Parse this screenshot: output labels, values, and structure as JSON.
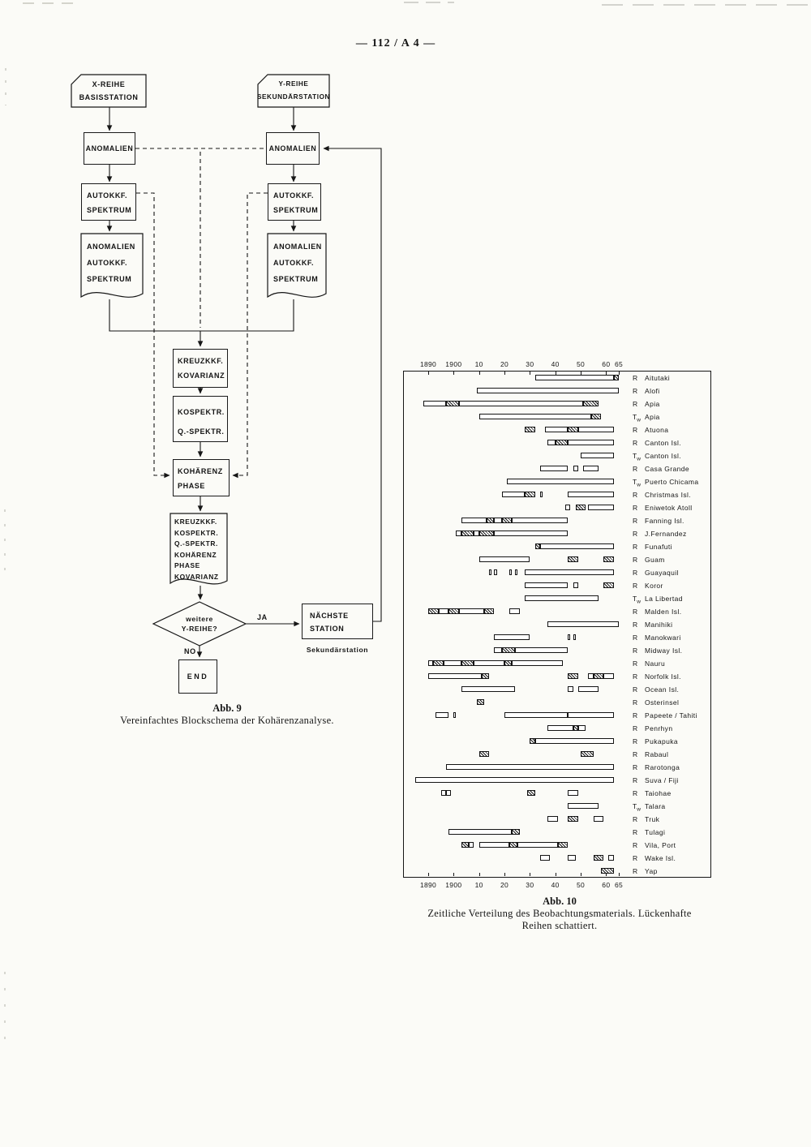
{
  "page": {
    "header": "— 112 / A 4 —"
  },
  "figure9": {
    "caption_title": "Abb. 9",
    "caption_text": "Vereinfachtes Blockschema der Kohärenzanalyse.",
    "edge_labels": {
      "yes": "JA",
      "no": "NO"
    },
    "nodes": {
      "x_series": "X-REIHE\nBASISSTATION",
      "y_series": "Y-REIHE\nSEKUNDÄRSTATION",
      "anomalies_left": "ANOMALIEN",
      "anomalies_right": "ANOMALIEN",
      "autocorr_left": "AUTOKKF.\nSPEKTRUM",
      "autocorr_right": "AUTOKKF.\nSPEKTRUM",
      "output_left": "ANOMALIEN\nAUTOKKF.\nSPEKTRUM",
      "output_right": "ANOMALIEN\nAUTOKKF.\nSPEKTRUM",
      "crosscorr": "KREUZKKF.\nKOVARIANZ",
      "cospectrum": "KOSPEKTR.\nQ.-SPEKTR.",
      "coherence": "KOHÄRENZ\nPHASE",
      "result_output": "KREUZKKF.\nKOSPEKTR.\nQ.-SPEKTR.\nKOHÄRENZ\nPHASE\nKOVARIANZ",
      "decision": "weitere\nY-REIHE?",
      "next_station": "NÄCHSTE\nSTATION",
      "next_station_note": "Sekundärstation",
      "end": "END"
    }
  },
  "chart_data": {
    "type": "bar",
    "variant": "gantt-timeline",
    "title": "Abb. 10",
    "caption": "Zeitliche Verteilung des Beobachtungsmaterials. Lückenhafte\nReihen schattiert.",
    "x_axis": {
      "tick_years": [
        1890,
        1900,
        1910,
        1920,
        1930,
        1940,
        1950,
        1960,
        1965
      ],
      "tick_labels": [
        "1890",
        "1900",
        "10",
        "20",
        "30",
        "40",
        "50",
        "60",
        "65"
      ],
      "range": [
        1880,
        1968
      ],
      "unit": "year"
    },
    "rows": [
      {
        "prefix": "R",
        "name": "Aitutaki",
        "segments": [
          {
            "start": 1932,
            "end": 1963,
            "fill": "open"
          },
          {
            "start": 1963,
            "end": 1965,
            "fill": "hatch"
          }
        ]
      },
      {
        "prefix": "R",
        "name": "Alofi",
        "segments": [
          {
            "start": 1909,
            "end": 1965,
            "fill": "open"
          }
        ]
      },
      {
        "prefix": "R",
        "name": "Apia",
        "segments": [
          {
            "start": 1888,
            "end": 1897,
            "fill": "open"
          },
          {
            "start": 1897,
            "end": 1902,
            "fill": "hatch"
          },
          {
            "start": 1902,
            "end": 1951,
            "fill": "open"
          },
          {
            "start": 1951,
            "end": 1957,
            "fill": "hatch"
          }
        ]
      },
      {
        "prefix": "Tw",
        "name": "Apia",
        "segments": [
          {
            "start": 1910,
            "end": 1954,
            "fill": "open"
          },
          {
            "start": 1954,
            "end": 1958,
            "fill": "hatch"
          }
        ]
      },
      {
        "prefix": "R",
        "name": "Atuona",
        "segments": [
          {
            "start": 1928,
            "end": 1932,
            "fill": "hatch"
          },
          {
            "start": 1936,
            "end": 1945,
            "fill": "open"
          },
          {
            "start": 1945,
            "end": 1949,
            "fill": "hatch"
          },
          {
            "start": 1949,
            "end": 1963,
            "fill": "open"
          }
        ]
      },
      {
        "prefix": "R",
        "name": "Canton Isl.",
        "segments": [
          {
            "start": 1937,
            "end": 1940,
            "fill": "open"
          },
          {
            "start": 1940,
            "end": 1945,
            "fill": "hatch"
          },
          {
            "start": 1945,
            "end": 1963,
            "fill": "open"
          }
        ]
      },
      {
        "prefix": "Tw",
        "name": "Canton Isl.",
        "segments": [
          {
            "start": 1950,
            "end": 1963,
            "fill": "open"
          }
        ]
      },
      {
        "prefix": "R",
        "name": "Casa Grande",
        "segments": [
          {
            "start": 1934,
            "end": 1945,
            "fill": "open"
          },
          {
            "start": 1947,
            "end": 1949,
            "fill": "open"
          },
          {
            "start": 1951,
            "end": 1957,
            "fill": "open"
          }
        ]
      },
      {
        "prefix": "Tw",
        "name": "Puerto Chicama",
        "segments": [
          {
            "start": 1921,
            "end": 1963,
            "fill": "open"
          }
        ]
      },
      {
        "prefix": "R",
        "name": "Christmas Isl.",
        "segments": [
          {
            "start": 1919,
            "end": 1928,
            "fill": "open"
          },
          {
            "start": 1928,
            "end": 1932,
            "fill": "hatch"
          },
          {
            "start": 1934,
            "end": 1935,
            "fill": "open"
          },
          {
            "start": 1945,
            "end": 1963,
            "fill": "open"
          }
        ]
      },
      {
        "prefix": "R",
        "name": "Eniwetok Atoll",
        "segments": [
          {
            "start": 1944,
            "end": 1946,
            "fill": "open"
          },
          {
            "start": 1948,
            "end": 1952,
            "fill": "hatch"
          },
          {
            "start": 1953,
            "end": 1963,
            "fill": "open"
          }
        ]
      },
      {
        "prefix": "R",
        "name": "Fanning Isl.",
        "segments": [
          {
            "start": 1903,
            "end": 1913,
            "fill": "open"
          },
          {
            "start": 1913,
            "end": 1916,
            "fill": "hatch"
          },
          {
            "start": 1916,
            "end": 1919,
            "fill": "open"
          },
          {
            "start": 1919,
            "end": 1923,
            "fill": "hatch"
          },
          {
            "start": 1923,
            "end": 1945,
            "fill": "open"
          }
        ]
      },
      {
        "prefix": "R",
        "name": "J.Fernandez",
        "segments": [
          {
            "start": 1901,
            "end": 1903,
            "fill": "open"
          },
          {
            "start": 1903,
            "end": 1908,
            "fill": "hatch"
          },
          {
            "start": 1908,
            "end": 1910,
            "fill": "open"
          },
          {
            "start": 1910,
            "end": 1916,
            "fill": "hatch"
          },
          {
            "start": 1916,
            "end": 1945,
            "fill": "open"
          }
        ]
      },
      {
        "prefix": "R",
        "name": "Funafuti",
        "segments": [
          {
            "start": 1932,
            "end": 1934,
            "fill": "hatch"
          },
          {
            "start": 1934,
            "end": 1963,
            "fill": "open"
          }
        ]
      },
      {
        "prefix": "R",
        "name": "Guam",
        "segments": [
          {
            "start": 1910,
            "end": 1930,
            "fill": "open"
          },
          {
            "start": 1945,
            "end": 1949,
            "fill": "hatch"
          },
          {
            "start": 1959,
            "end": 1963,
            "fill": "hatch"
          }
        ]
      },
      {
        "prefix": "R",
        "name": "Guayaquil",
        "segments": [
          {
            "start": 1914,
            "end": 1915,
            "fill": "open"
          },
          {
            "start": 1916,
            "end": 1917,
            "fill": "open"
          },
          {
            "start": 1922,
            "end": 1923,
            "fill": "open"
          },
          {
            "start": 1924,
            "end": 1925,
            "fill": "open"
          },
          {
            "start": 1928,
            "end": 1963,
            "fill": "open"
          }
        ]
      },
      {
        "prefix": "R",
        "name": "Koror",
        "segments": [
          {
            "start": 1928,
            "end": 1945,
            "fill": "open"
          },
          {
            "start": 1947,
            "end": 1949,
            "fill": "open"
          },
          {
            "start": 1959,
            "end": 1963,
            "fill": "hatch"
          }
        ]
      },
      {
        "prefix": "Tw",
        "name": "La Libertad",
        "segments": [
          {
            "start": 1928,
            "end": 1957,
            "fill": "open"
          }
        ]
      },
      {
        "prefix": "R",
        "name": "Malden Isl.",
        "segments": [
          {
            "start": 1890,
            "end": 1894,
            "fill": "hatch"
          },
          {
            "start": 1894,
            "end": 1898,
            "fill": "open"
          },
          {
            "start": 1898,
            "end": 1902,
            "fill": "hatch"
          },
          {
            "start": 1902,
            "end": 1912,
            "fill": "open"
          },
          {
            "start": 1912,
            "end": 1916,
            "fill": "hatch"
          },
          {
            "start": 1922,
            "end": 1926,
            "fill": "open"
          }
        ]
      },
      {
        "prefix": "R",
        "name": "Manihiki",
        "segments": [
          {
            "start": 1937,
            "end": 1965,
            "fill": "open"
          }
        ]
      },
      {
        "prefix": "R",
        "name": "Manokwari",
        "segments": [
          {
            "start": 1916,
            "end": 1930,
            "fill": "open"
          },
          {
            "start": 1945,
            "end": 1946,
            "fill": "open"
          },
          {
            "start": 1947,
            "end": 1948,
            "fill": "open"
          }
        ]
      },
      {
        "prefix": "R",
        "name": "Midway Isl.",
        "segments": [
          {
            "start": 1916,
            "end": 1919,
            "fill": "open"
          },
          {
            "start": 1919,
            "end": 1924,
            "fill": "hatch"
          },
          {
            "start": 1924,
            "end": 1945,
            "fill": "open"
          }
        ]
      },
      {
        "prefix": "R",
        "name": "Nauru",
        "segments": [
          {
            "start": 1890,
            "end": 1892,
            "fill": "open"
          },
          {
            "start": 1892,
            "end": 1896,
            "fill": "hatch"
          },
          {
            "start": 1896,
            "end": 1903,
            "fill": "open"
          },
          {
            "start": 1903,
            "end": 1908,
            "fill": "hatch"
          },
          {
            "start": 1908,
            "end": 1920,
            "fill": "open"
          },
          {
            "start": 1920,
            "end": 1923,
            "fill": "hatch"
          },
          {
            "start": 1923,
            "end": 1943,
            "fill": "open"
          }
        ]
      },
      {
        "prefix": "R",
        "name": "Norfolk Isl.",
        "segments": [
          {
            "start": 1890,
            "end": 1911,
            "fill": "open"
          },
          {
            "start": 1911,
            "end": 1914,
            "fill": "hatch"
          },
          {
            "start": 1945,
            "end": 1949,
            "fill": "hatch"
          },
          {
            "start": 1953,
            "end": 1955,
            "fill": "open"
          },
          {
            "start": 1955,
            "end": 1959,
            "fill": "hatch"
          },
          {
            "start": 1959,
            "end": 1963,
            "fill": "open"
          }
        ]
      },
      {
        "prefix": "R",
        "name": "Ocean Isl.",
        "segments": [
          {
            "start": 1903,
            "end": 1924,
            "fill": "open"
          },
          {
            "start": 1945,
            "end": 1947,
            "fill": "open"
          },
          {
            "start": 1949,
            "end": 1957,
            "fill": "open"
          }
        ]
      },
      {
        "prefix": "R",
        "name": "Osterinsel",
        "segments": [
          {
            "start": 1909,
            "end": 1912,
            "fill": "hatch"
          }
        ]
      },
      {
        "prefix": "R",
        "name": "Papeete / Tahiti",
        "segments": [
          {
            "start": 1893,
            "end": 1898,
            "fill": "open"
          },
          {
            "start": 1900,
            "end": 1901,
            "fill": "open"
          },
          {
            "start": 1920,
            "end": 1945,
            "fill": "open"
          },
          {
            "start": 1945,
            "end": 1963,
            "fill": "open"
          }
        ]
      },
      {
        "prefix": "R",
        "name": "Penrhyn",
        "segments": [
          {
            "start": 1937,
            "end": 1947,
            "fill": "open"
          },
          {
            "start": 1947,
            "end": 1949,
            "fill": "hatch"
          },
          {
            "start": 1949,
            "end": 1952,
            "fill": "open"
          }
        ]
      },
      {
        "prefix": "R",
        "name": "Pukapuka",
        "segments": [
          {
            "start": 1930,
            "end": 1932,
            "fill": "hatch"
          },
          {
            "start": 1932,
            "end": 1963,
            "fill": "open"
          }
        ]
      },
      {
        "prefix": "R",
        "name": "Rabaul",
        "segments": [
          {
            "start": 1910,
            "end": 1914,
            "fill": "hatch"
          },
          {
            "start": 1950,
            "end": 1955,
            "fill": "hatch"
          }
        ]
      },
      {
        "prefix": "R",
        "name": "Rarotonga",
        "segments": [
          {
            "start": 1897,
            "end": 1963,
            "fill": "open"
          }
        ]
      },
      {
        "prefix": "R",
        "name": "Suva / Fiji",
        "segments": [
          {
            "start": 1885,
            "end": 1963,
            "fill": "open"
          }
        ]
      },
      {
        "prefix": "R",
        "name": "Taiohae",
        "segments": [
          {
            "start": 1895,
            "end": 1897,
            "fill": "open"
          },
          {
            "start": 1897,
            "end": 1899,
            "fill": "open"
          },
          {
            "start": 1929,
            "end": 1932,
            "fill": "hatch"
          },
          {
            "start": 1945,
            "end": 1949,
            "fill": "open"
          }
        ]
      },
      {
        "prefix": "Tw",
        "name": "Talara",
        "segments": [
          {
            "start": 1945,
            "end": 1957,
            "fill": "open"
          }
        ]
      },
      {
        "prefix": "R",
        "name": "Truk",
        "segments": [
          {
            "start": 1937,
            "end": 1941,
            "fill": "open"
          },
          {
            "start": 1945,
            "end": 1949,
            "fill": "hatch"
          },
          {
            "start": 1955,
            "end": 1959,
            "fill": "open"
          }
        ]
      },
      {
        "prefix": "R",
        "name": "Tulagi",
        "segments": [
          {
            "start": 1898,
            "end": 1923,
            "fill": "open"
          },
          {
            "start": 1923,
            "end": 1926,
            "fill": "hatch"
          }
        ]
      },
      {
        "prefix": "R",
        "name": "Vila, Port",
        "segments": [
          {
            "start": 1903,
            "end": 1906,
            "fill": "hatch"
          },
          {
            "start": 1906,
            "end": 1908,
            "fill": "open"
          },
          {
            "start": 1910,
            "end": 1922,
            "fill": "open"
          },
          {
            "start": 1922,
            "end": 1925,
            "fill": "hatch"
          },
          {
            "start": 1925,
            "end": 1941,
            "fill": "open"
          },
          {
            "start": 1941,
            "end": 1945,
            "fill": "hatch"
          }
        ]
      },
      {
        "prefix": "R",
        "name": "Wake Isl.",
        "segments": [
          {
            "start": 1934,
            "end": 1938,
            "fill": "open"
          },
          {
            "start": 1945,
            "end": 1948,
            "fill": "open"
          },
          {
            "start": 1955,
            "end": 1959,
            "fill": "hatch"
          },
          {
            "start": 1961,
            "end": 1963,
            "fill": "open"
          }
        ]
      },
      {
        "prefix": "R",
        "name": "Yap",
        "segments": [
          {
            "start": 1958,
            "end": 1963,
            "fill": "hatch"
          }
        ]
      }
    ]
  }
}
